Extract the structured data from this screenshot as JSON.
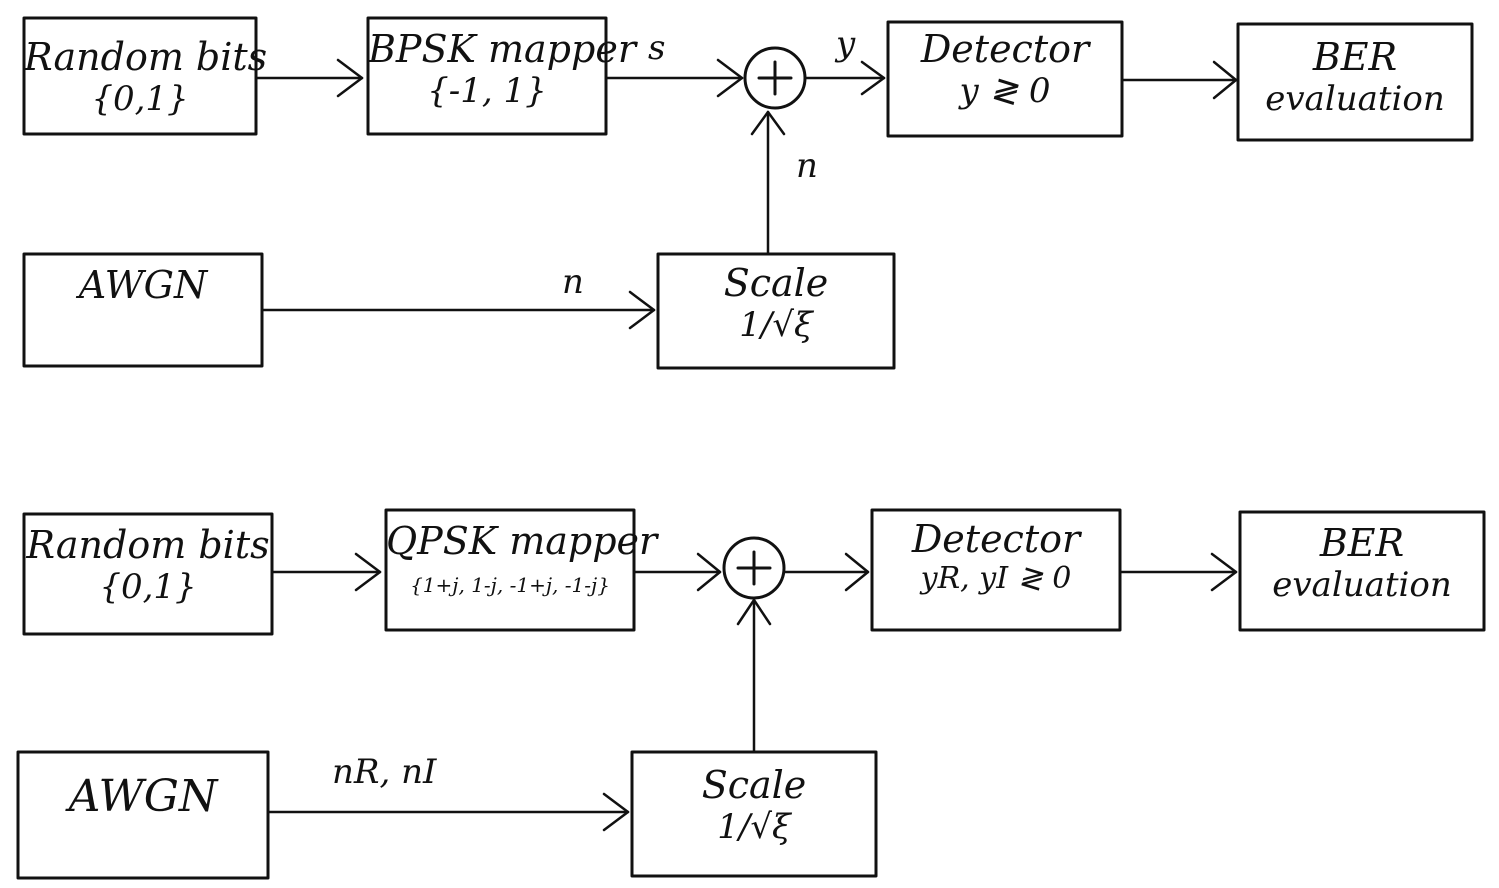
{
  "top": {
    "random_bits": {
      "line1": "Random bits",
      "line2": "{0,1}"
    },
    "mapper": {
      "line1": "BPSK mapper",
      "line2": "{-1, 1}"
    },
    "detector": {
      "line1": "Detector",
      "line2": "y ≷ 0"
    },
    "ber": {
      "line1": "BER",
      "line2": "evaluation"
    },
    "awgn": {
      "line1": "AWGN"
    },
    "scale": {
      "line1": "Scale",
      "line2": "1/√ξ"
    },
    "signal_s": "s",
    "signal_y": "y",
    "signal_n_scaled": "n",
    "signal_n": "n"
  },
  "bottom": {
    "random_bits": {
      "line1": "Random bits",
      "line2": "{0,1}"
    },
    "mapper": {
      "line1": "QPSK mapper",
      "line2": "{1+j, 1-j, -1+j, -1-j}"
    },
    "detector": {
      "line1": "Detector",
      "line2": "yR, yI ≷ 0"
    },
    "ber": {
      "line1": "BER",
      "line2": "evaluation"
    },
    "awgn": {
      "line1": "AWGN"
    },
    "scale": {
      "line1": "Scale",
      "line2": "1/√ξ"
    },
    "signal_n": "nR, nI"
  }
}
